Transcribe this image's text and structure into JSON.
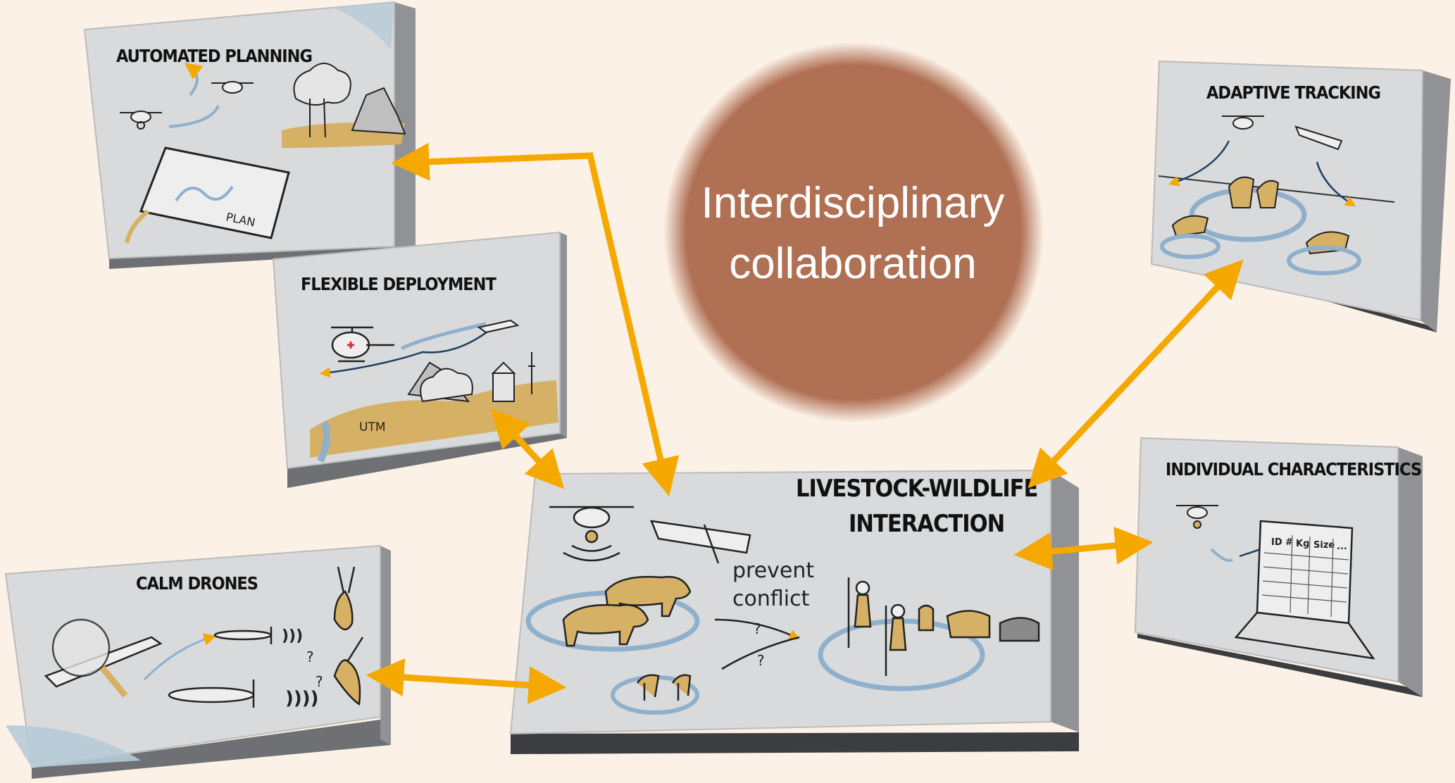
{
  "center": {
    "line1": "Interdisciplinary",
    "line2": "collaboration",
    "color": "#b07054"
  },
  "panels": {
    "automated_planning": {
      "title": "AUTOMATED PLANNING",
      "label": "PLAN"
    },
    "flexible_deployment": {
      "title": "FLEXIBLE DEPLOYMENT",
      "label": "UTM"
    },
    "calm_drones": {
      "title": "CALM DRONES"
    },
    "livestock_wildlife": {
      "title_line1": "LIVESTOCK-WILDLIFE",
      "title_line2": "INTERACTION",
      "note_line1": "prevent",
      "note_line2": "conflict"
    },
    "adaptive_tracking": {
      "title": "ADAPTIVE TRACKING"
    },
    "individual_characteristics": {
      "title": "INDIVIDUAL CHARACTERISTICS",
      "columns": [
        "ID #",
        "Kg",
        "Size",
        "..."
      ]
    }
  },
  "colors": {
    "arrow": "#f5a800",
    "panel_face": "#d9dadb",
    "panel_edge": "#6e7073",
    "ochre": "#d6b064",
    "accent_blue": "#8fb0cc"
  }
}
